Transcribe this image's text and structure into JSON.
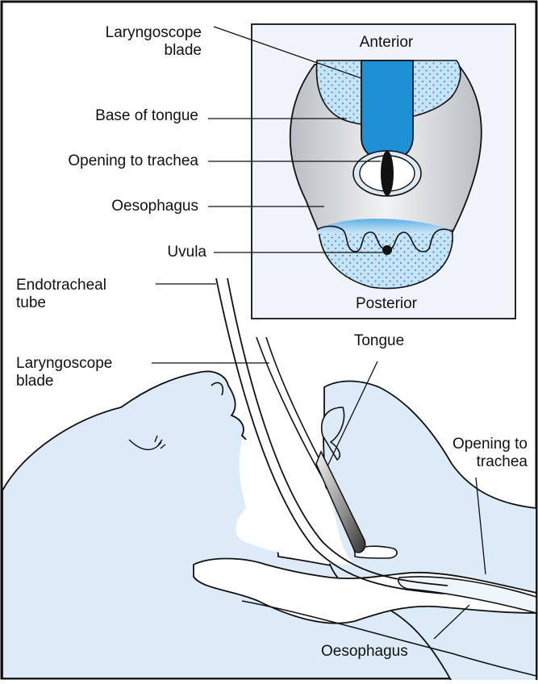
{
  "inset": {
    "anterior": "Anterior",
    "posterior": "Posterior"
  },
  "labels": {
    "laryngoscope_blade_top": [
      "Laryngoscope",
      "blade"
    ],
    "base_of_tongue": "Base of tongue",
    "opening_to_trachea_top": "Opening to trachea",
    "oesophagus_top": "Oesophagus",
    "uvula": "Uvula",
    "endotracheal_tube": [
      "Endotracheal",
      "tube"
    ],
    "laryngoscope_blade_bottom": [
      "Laryngoscope",
      "blade"
    ],
    "tongue": "Tongue",
    "opening_to_trachea_bottom": [
      "Opening to",
      "trachea"
    ],
    "oesophagus_bottom": "Oesophagus"
  },
  "colors": {
    "skin": "#dcebf7",
    "blade_blue": "#1e90d6",
    "outline": "#111111",
    "inset_bg": "#eef4fa",
    "throat_grey": "#cfd3d7"
  }
}
